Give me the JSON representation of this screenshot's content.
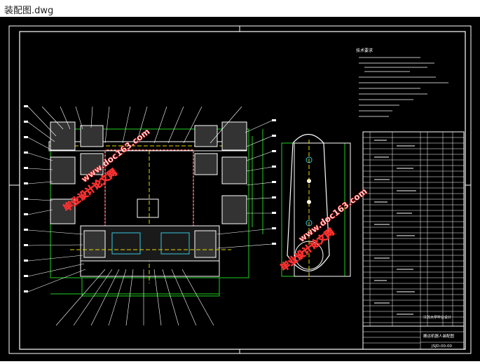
{
  "window": {
    "title": "装配图.dwg"
  },
  "drawing": {
    "title_block": {
      "school": "江苏大学毕业设计",
      "drawing_name": "搬运机器人装配图",
      "drawing_no": "JSJD-00-00"
    },
    "watermarks": [
      {
        "cn": "毕业设计论文网",
        "url": "www.doc163.com"
      },
      {
        "cn": "毕业设计论文网",
        "url": "www.doc163.com"
      }
    ],
    "tech_requirements_heading": "技术要求"
  },
  "colors": {
    "background": "#000000",
    "outline": "#ffffff",
    "green": "#22d022",
    "red": "#ff3030",
    "yellow": "#e8d800",
    "cyan": "#36c8e0",
    "magenta": "#d040d0"
  }
}
